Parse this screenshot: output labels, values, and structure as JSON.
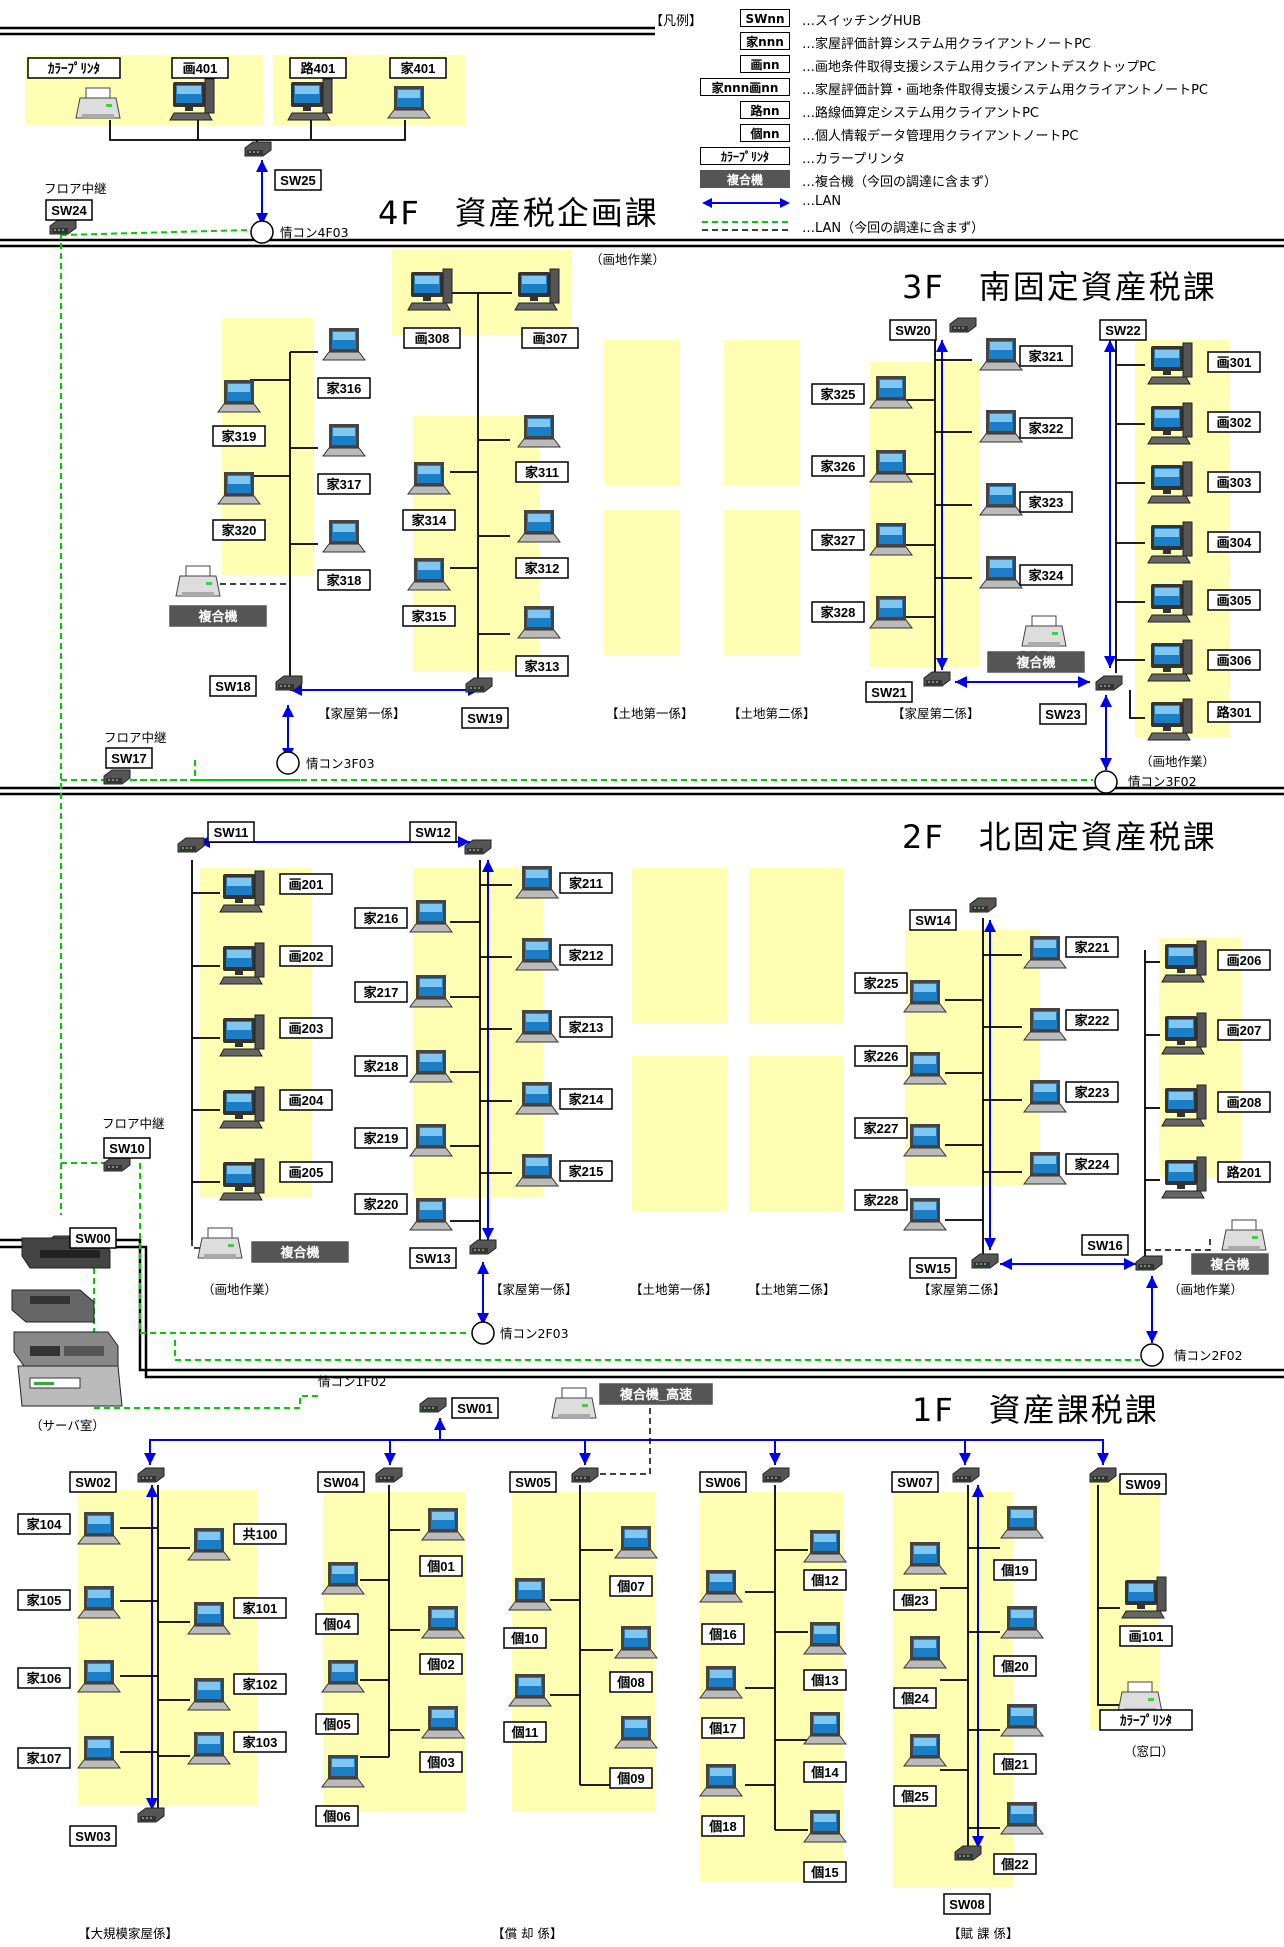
{
  "legend": {
    "title": "【凡例】",
    "items": [
      {
        "key": "hub",
        "symbol": "SWnn",
        "text": "…スイッチングHUB",
        "style": "box"
      },
      {
        "key": "ka",
        "symbol": "家nnn",
        "text": "…家屋評価計算システム用クライアントノートPC",
        "style": "box"
      },
      {
        "key": "ga",
        "symbol": "画nn",
        "text": "…画地条件取得支援システム用クライアントデスクトップPC",
        "style": "box"
      },
      {
        "key": "kaga",
        "symbol": "家nnn画nn",
        "text": "…家屋評価計算・画地条件取得支援システム用クライアントノートPC",
        "style": "box"
      },
      {
        "key": "ro",
        "symbol": "路nn",
        "text": "…路線価算定システム用クライアントPC",
        "style": "box"
      },
      {
        "key": "ko",
        "symbol": "個nn",
        "text": "…個人情報データ管理用クライアントノートPC",
        "style": "box"
      },
      {
        "key": "printer",
        "symbol": "ｶﾗｰﾌﾟﾘﾝﾀ",
        "text": "…カラープリンタ",
        "style": "box"
      },
      {
        "key": "mfp",
        "symbol": "複合機",
        "text": "…複合機（今回の調達に含まず）",
        "style": "dark"
      },
      {
        "key": "lan",
        "symbol": "",
        "text": "…LAN",
        "style": "arrow"
      },
      {
        "key": "lan2",
        "symbol": "",
        "text": "…LAN（今回の調達に含まず）",
        "style": "dash"
      }
    ]
  },
  "floors": {
    "f4": "4F　資産税企画課",
    "f3": "3F　南固定資産税課",
    "f2": "2F　北固定資産税課",
    "f1": "1F　資産課税課"
  },
  "labels": [
    {
      "id": "p401g",
      "text": "画401"
    },
    {
      "id": "p401r",
      "text": "路401"
    },
    {
      "id": "p401k",
      "text": "家401"
    },
    {
      "id": "cp4",
      "text": "ｶﾗｰﾌﾟﾘﾝﾀ"
    },
    {
      "id": "sw25",
      "text": "SW25"
    },
    {
      "id": "sw24",
      "text": "SW24"
    },
    {
      "id": "p308",
      "text": "画308"
    },
    {
      "id": "p307",
      "text": "画307"
    },
    {
      "id": "p316",
      "text": "家316"
    },
    {
      "id": "p317",
      "text": "家317"
    },
    {
      "id": "p318",
      "text": "家318"
    },
    {
      "id": "p319",
      "text": "家319"
    },
    {
      "id": "p320",
      "text": "家320"
    },
    {
      "id": "p311",
      "text": "家311"
    },
    {
      "id": "p312",
      "text": "家312"
    },
    {
      "id": "p313",
      "text": "家313"
    },
    {
      "id": "p314",
      "text": "家314"
    },
    {
      "id": "p315",
      "text": "家315"
    },
    {
      "id": "sw18",
      "text": "SW18"
    },
    {
      "id": "sw19",
      "text": "SW19"
    },
    {
      "id": "sw17",
      "text": "SW17"
    },
    {
      "id": "sw20",
      "text": "SW20"
    },
    {
      "id": "sw21",
      "text": "SW21"
    },
    {
      "id": "sw22",
      "text": "SW22"
    },
    {
      "id": "sw23",
      "text": "SW23"
    },
    {
      "id": "p321",
      "text": "家321"
    },
    {
      "id": "p322",
      "text": "家322"
    },
    {
      "id": "p323",
      "text": "家323"
    },
    {
      "id": "p324",
      "text": "家324"
    },
    {
      "id": "p325",
      "text": "家325"
    },
    {
      "id": "p326",
      "text": "家326"
    },
    {
      "id": "p327",
      "text": "家327"
    },
    {
      "id": "p328",
      "text": "家328"
    },
    {
      "id": "p301",
      "text": "画301"
    },
    {
      "id": "p302",
      "text": "画302"
    },
    {
      "id": "p303",
      "text": "画303"
    },
    {
      "id": "p304",
      "text": "画304"
    },
    {
      "id": "p305",
      "text": "画305"
    },
    {
      "id": "p306",
      "text": "画306"
    },
    {
      "id": "p301r",
      "text": "路301"
    },
    {
      "id": "sw11",
      "text": "SW11"
    },
    {
      "id": "sw12",
      "text": "SW12"
    },
    {
      "id": "sw13",
      "text": "SW13"
    },
    {
      "id": "sw10",
      "text": "SW10"
    },
    {
      "id": "p201",
      "text": "画201"
    },
    {
      "id": "p202",
      "text": "画202"
    },
    {
      "id": "p203",
      "text": "画203"
    },
    {
      "id": "p204",
      "text": "画204"
    },
    {
      "id": "p205",
      "text": "画205"
    },
    {
      "id": "p211",
      "text": "家211"
    },
    {
      "id": "p212",
      "text": "家212"
    },
    {
      "id": "p213",
      "text": "家213"
    },
    {
      "id": "p214",
      "text": "家214"
    },
    {
      "id": "p215",
      "text": "家215"
    },
    {
      "id": "p216",
      "text": "家216"
    },
    {
      "id": "p217",
      "text": "家217"
    },
    {
      "id": "p218",
      "text": "家218"
    },
    {
      "id": "p219",
      "text": "家219"
    },
    {
      "id": "p220",
      "text": "家220"
    },
    {
      "id": "sw14",
      "text": "SW14"
    },
    {
      "id": "sw15",
      "text": "SW15"
    },
    {
      "id": "sw16",
      "text": "SW16"
    },
    {
      "id": "p221",
      "text": "家221"
    },
    {
      "id": "p222",
      "text": "家222"
    },
    {
      "id": "p223",
      "text": "家223"
    },
    {
      "id": "p224",
      "text": "家224"
    },
    {
      "id": "p225",
      "text": "家225"
    },
    {
      "id": "p226",
      "text": "家226"
    },
    {
      "id": "p227",
      "text": "家227"
    },
    {
      "id": "p228",
      "text": "家228"
    },
    {
      "id": "p206",
      "text": "画206"
    },
    {
      "id": "p207",
      "text": "画207"
    },
    {
      "id": "p208",
      "text": "画208"
    },
    {
      "id": "p201r",
      "text": "路201"
    },
    {
      "id": "sw00",
      "text": "SW00"
    },
    {
      "id": "sw01",
      "text": "SW01"
    },
    {
      "id": "sw02",
      "text": "SW02"
    },
    {
      "id": "sw03",
      "text": "SW03"
    },
    {
      "id": "sw04",
      "text": "SW04"
    },
    {
      "id": "sw05",
      "text": "SW05"
    },
    {
      "id": "sw06",
      "text": "SW06"
    },
    {
      "id": "sw07",
      "text": "SW07"
    },
    {
      "id": "sw08",
      "text": "SW08"
    },
    {
      "id": "sw09",
      "text": "SW09"
    },
    {
      "id": "p104",
      "text": "家104"
    },
    {
      "id": "p105",
      "text": "家105"
    },
    {
      "id": "p106",
      "text": "家106"
    },
    {
      "id": "p107",
      "text": "家107"
    },
    {
      "id": "p100",
      "text": "共100"
    },
    {
      "id": "p101",
      "text": "家101"
    },
    {
      "id": "p102",
      "text": "家102"
    },
    {
      "id": "p103",
      "text": "家103"
    },
    {
      "id": "k01",
      "text": "個01"
    },
    {
      "id": "k02",
      "text": "個02"
    },
    {
      "id": "k03",
      "text": "個03"
    },
    {
      "id": "k04",
      "text": "個04"
    },
    {
      "id": "k05",
      "text": "個05"
    },
    {
      "id": "k06",
      "text": "個06"
    },
    {
      "id": "k07",
      "text": "個07"
    },
    {
      "id": "k08",
      "text": "個08"
    },
    {
      "id": "k09",
      "text": "個09"
    },
    {
      "id": "k10",
      "text": "個10"
    },
    {
      "id": "k11",
      "text": "個11"
    },
    {
      "id": "k12",
      "text": "個12"
    },
    {
      "id": "k13",
      "text": "個13"
    },
    {
      "id": "k14",
      "text": "個14"
    },
    {
      "id": "k15",
      "text": "個15"
    },
    {
      "id": "k16",
      "text": "個16"
    },
    {
      "id": "k17",
      "text": "個17"
    },
    {
      "id": "k18",
      "text": "個18"
    },
    {
      "id": "k19",
      "text": "個19"
    },
    {
      "id": "k20",
      "text": "個20"
    },
    {
      "id": "k21",
      "text": "個21"
    },
    {
      "id": "k22",
      "text": "個22"
    },
    {
      "id": "k23",
      "text": "個23"
    },
    {
      "id": "k24",
      "text": "個24"
    },
    {
      "id": "k25",
      "text": "個25"
    },
    {
      "id": "g101",
      "text": "画101"
    },
    {
      "id": "cp1",
      "text": "ｶﾗｰﾌﾟﾘﾝﾀ"
    }
  ],
  "dark_labels": [
    {
      "id": "mfp3a",
      "text": "複合機"
    },
    {
      "id": "mfp3b",
      "text": "複合機"
    },
    {
      "id": "mfp2a",
      "text": "複合機"
    },
    {
      "id": "mfp2b",
      "text": "複合機"
    },
    {
      "id": "mfp1",
      "text": "複合機_高速"
    }
  ],
  "texts": [
    {
      "id": "t_relay24",
      "text": "フロア中継"
    },
    {
      "id": "t_jc4f03",
      "text": "情コン4F03"
    },
    {
      "id": "t_gasaku3",
      "text": "（画地作業）"
    },
    {
      "id": "t_k1_3",
      "text": "【家屋第一係】"
    },
    {
      "id": "t_t1_3",
      "text": "【土地第一係】"
    },
    {
      "id": "t_t2_3",
      "text": "【土地第二係】"
    },
    {
      "id": "t_k2_3",
      "text": "【家屋第二係】"
    },
    {
      "id": "t_relay17",
      "text": "フロア中継"
    },
    {
      "id": "t_jc3f03",
      "text": "情コン3F03"
    },
    {
      "id": "t_gasaku3b",
      "text": "（画地作業）"
    },
    {
      "id": "t_jc3f02",
      "text": "情コン3F02"
    },
    {
      "id": "t_relay10",
      "text": "フロア中継"
    },
    {
      "id": "t_gasaku2a",
      "text": "（画地作業）"
    },
    {
      "id": "t_k1_2",
      "text": "【家屋第一係】"
    },
    {
      "id": "t_t1_2",
      "text": "【土地第一係】"
    },
    {
      "id": "t_t2_2",
      "text": "【土地第二係】"
    },
    {
      "id": "t_k2_2",
      "text": "【家屋第二係】"
    },
    {
      "id": "t_gasaku2b",
      "text": "（画地作業）"
    },
    {
      "id": "t_jc2f03",
      "text": "情コン2F03"
    },
    {
      "id": "t_jc2f02",
      "text": "情コン2F02"
    },
    {
      "id": "t_server",
      "text": "（サーバ室）"
    },
    {
      "id": "t_jc1f02",
      "text": "情コン1F02"
    },
    {
      "id": "t_madoguchi",
      "text": "（窓口）"
    },
    {
      "id": "t_daikibo",
      "text": "【大規模家屋係】"
    },
    {
      "id": "t_shokyaku",
      "text": "【償 却 係】"
    },
    {
      "id": "t_fuka",
      "text": "【賦 課 係】"
    }
  ],
  "colors": {
    "zone": "#FFFFB3",
    "lan": "#0000EE",
    "lan2": "#00CC00",
    "label_dark": "#555555"
  }
}
